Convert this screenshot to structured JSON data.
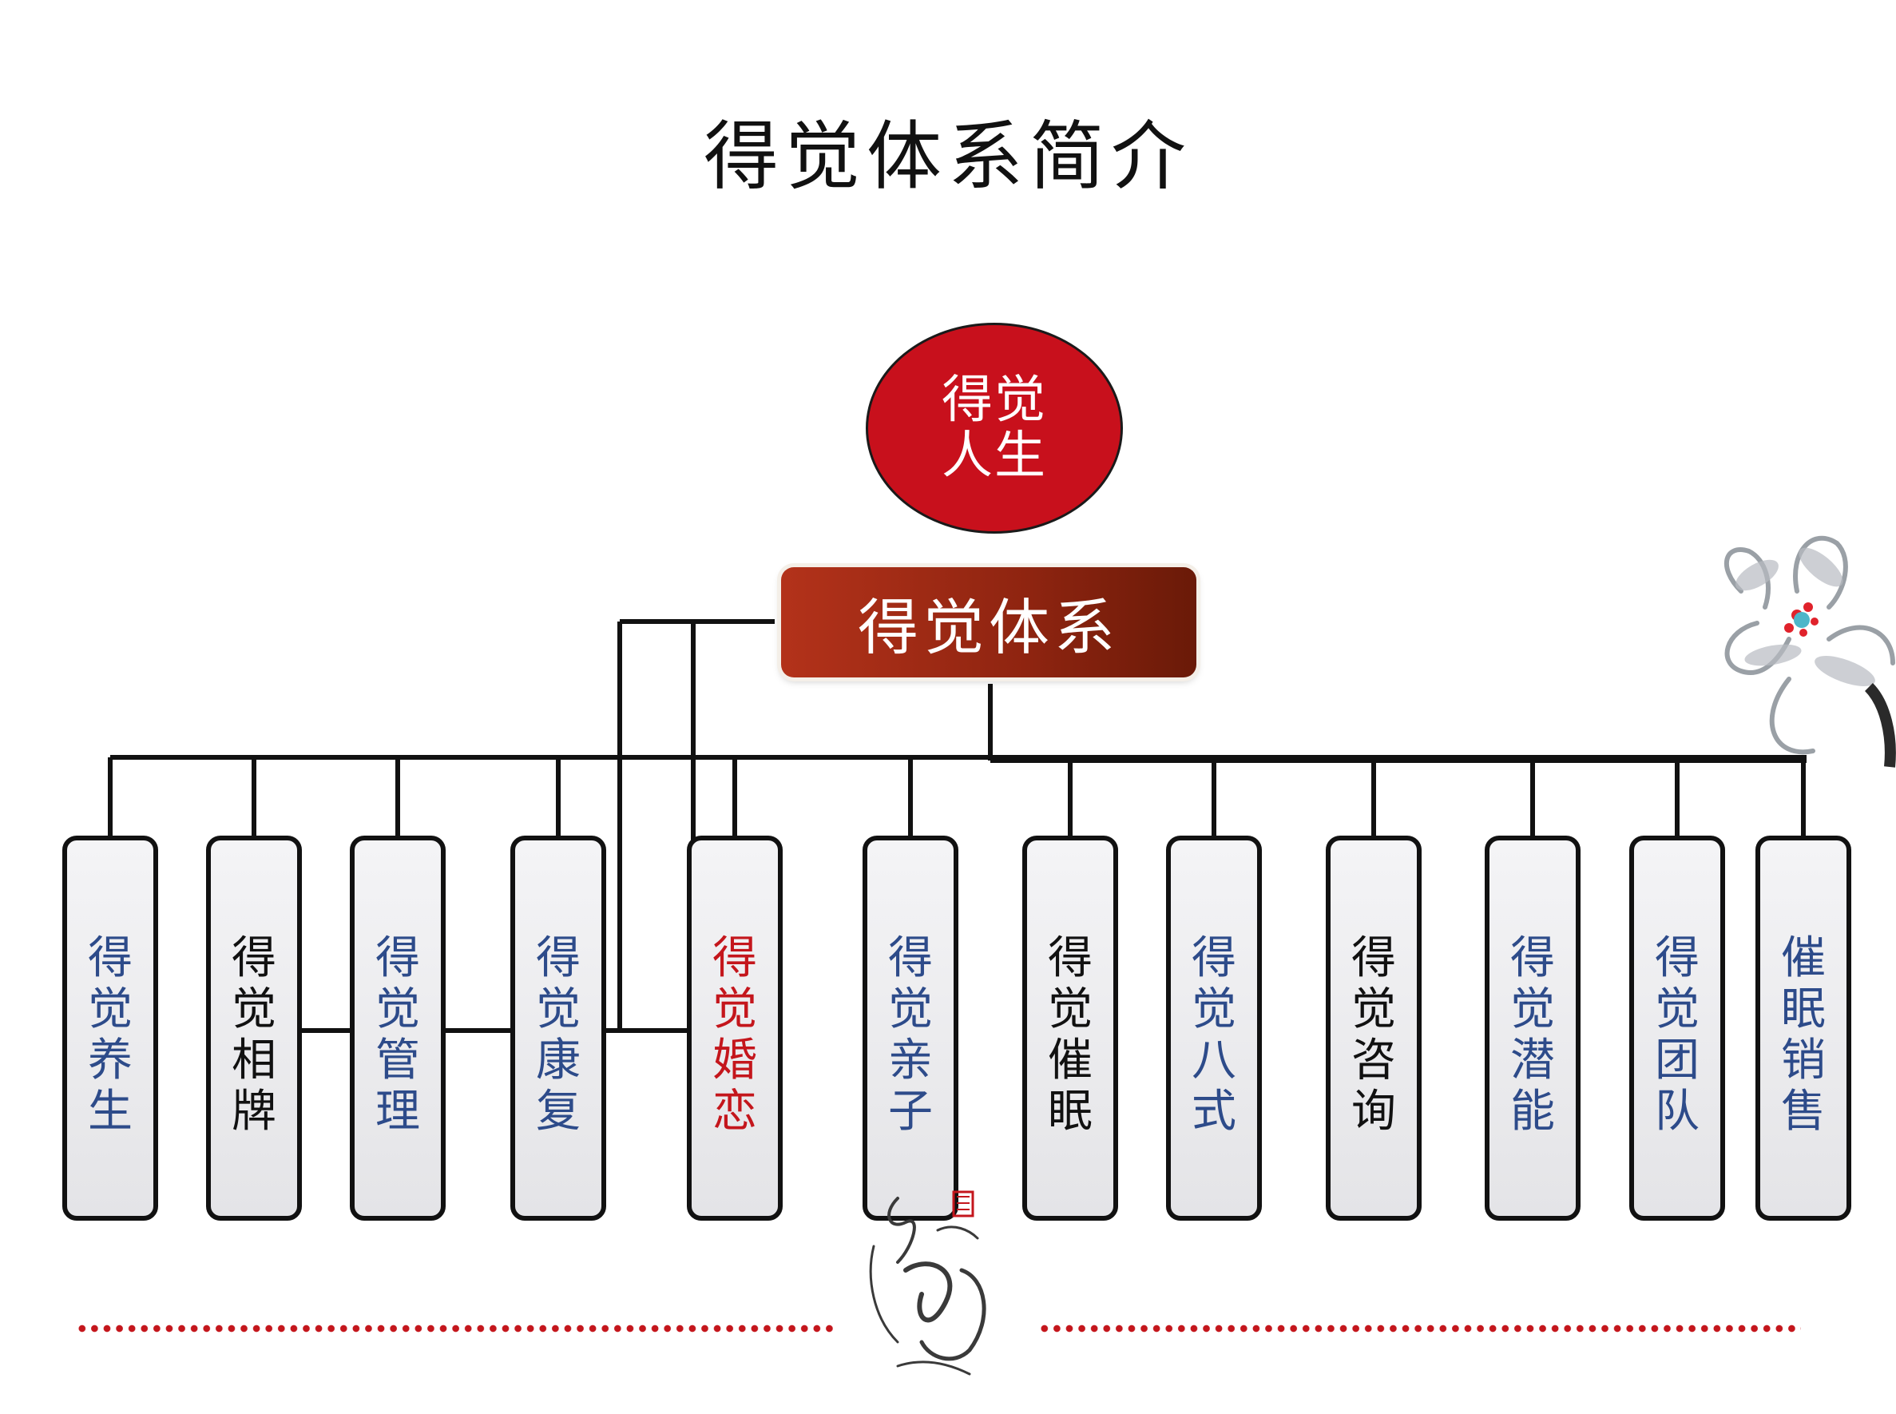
{
  "title": "得觉体系简介",
  "top_node": {
    "label": "得觉人生",
    "fill": "#c8101c"
  },
  "main_node": {
    "label": "得觉体系"
  },
  "children": [
    {
      "label": "得觉养生",
      "color": "#2d4b8a"
    },
    {
      "label": "得觉相牌",
      "color": "#111111"
    },
    {
      "label": "得觉管理",
      "color": "#2d4b8a"
    },
    {
      "label": "得觉康复",
      "color": "#2d4b8a"
    },
    {
      "label": "得觉婚恋",
      "color": "#c4161c"
    },
    {
      "label": "得觉亲子",
      "color": "#2d4b8a"
    },
    {
      "label": "得觉催眠",
      "color": "#111111"
    },
    {
      "label": "得觉八式",
      "color": "#2d4b8a"
    },
    {
      "label": "得觉咨询",
      "color": "#111111"
    },
    {
      "label": "得觉潜能",
      "color": "#2d4b8a"
    },
    {
      "label": "得觉团队",
      "color": "#2d4b8a"
    },
    {
      "label": "催眠销售",
      "color": "#2d4b8a"
    }
  ],
  "colors": {
    "accent_red": "#c4161c",
    "dotted_line": "#c4161c"
  },
  "decorations": [
    "lotus-flower-painting",
    "calligraphy-seal"
  ]
}
